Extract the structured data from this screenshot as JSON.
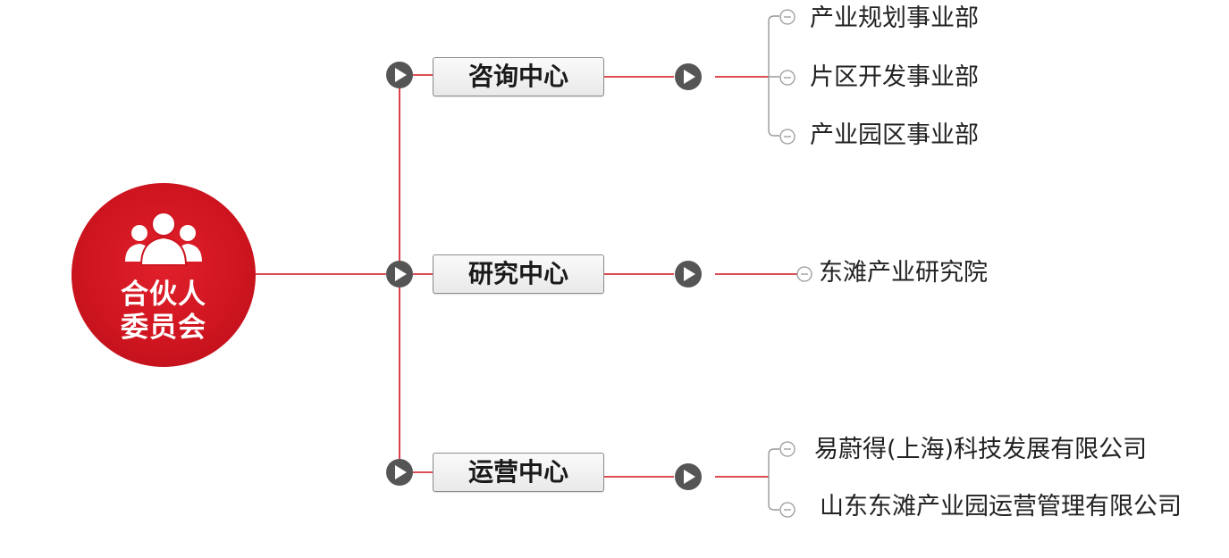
{
  "root": {
    "title_line1": "合伙人",
    "title_line2": "委员会",
    "icon": "people-group-icon",
    "color": "#d0121c"
  },
  "centers": [
    {
      "label": "咨询中心",
      "children": [
        "产业规划事业部",
        "片区开发事业部",
        "产业园区事业部"
      ]
    },
    {
      "label": "研究中心",
      "children": [
        "东滩产业研究院"
      ]
    },
    {
      "label": "运营中心",
      "children": [
        "易蔚得(上海)科技发展有限公司",
        "山东东滩产业园运营管理有限公司"
      ]
    }
  ],
  "colors": {
    "connector": "#d0121c",
    "bracket": "#999999",
    "expander": "#555555"
  }
}
